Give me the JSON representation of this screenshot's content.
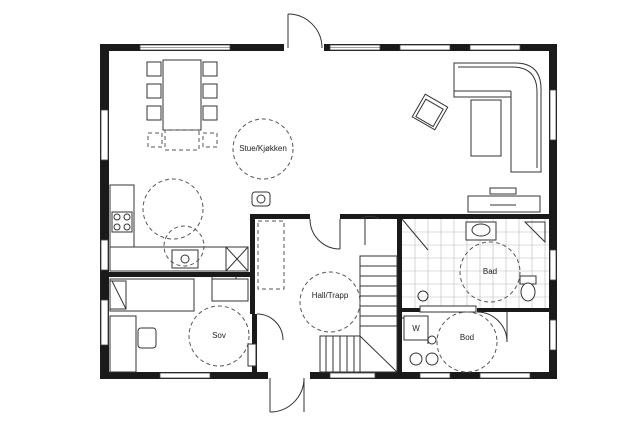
{
  "rooms": {
    "living_kitchen": "Stue/Kjøkken",
    "hall": "Hall/Trapp",
    "bedroom": "Sov",
    "bathroom": "Bad",
    "storage": "Bod"
  },
  "fixtures": {
    "washer": "W"
  }
}
